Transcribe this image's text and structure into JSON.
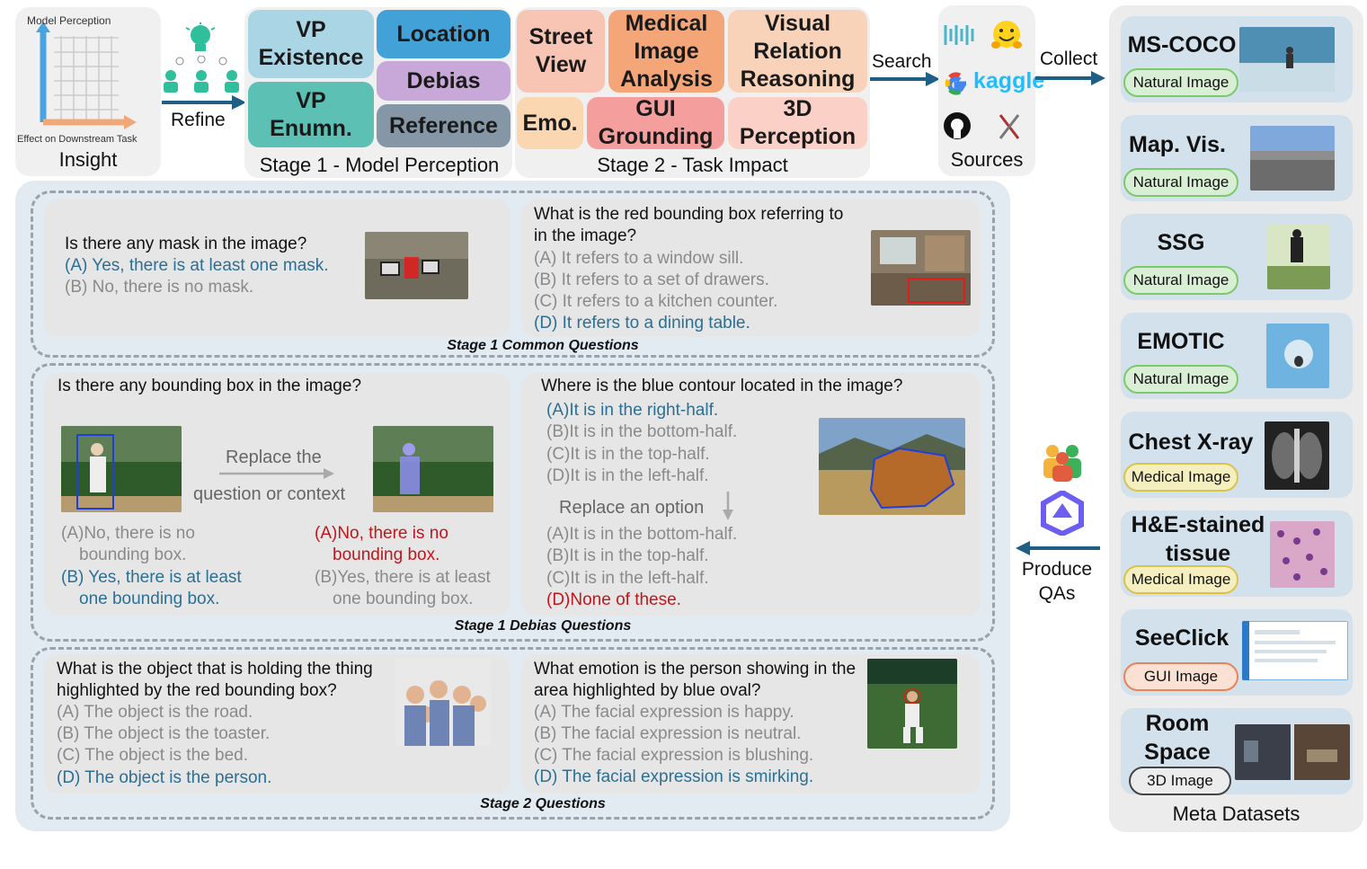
{
  "insight": {
    "y_label": "Model Perception",
    "x_label": "Effect on Downstream Task",
    "caption": "Insight",
    "refine": "Refine"
  },
  "stage1": {
    "caption": "Stage 1 - Model Perception",
    "tiles": [
      "VP Existence",
      "Location",
      "Debias",
      "Reference",
      "VP Enumn."
    ]
  },
  "stage2": {
    "caption": "Stage 2 - Task Impact",
    "tiles": [
      "Street View",
      "Medical Image Analysis",
      "Visual Relation Reasoning",
      "Emo.",
      "GUI Grounding",
      "3D Perception"
    ]
  },
  "flow": {
    "search": "Search",
    "collect": "Collect",
    "sources": "Sources",
    "produce": "Produce QAs"
  },
  "sources_icons": [
    "database-icon",
    "huggingface-icon",
    "google-icon",
    "kaggle-icon",
    "github-icon",
    "x-icon"
  ],
  "kaggle_text": "kaggle",
  "common": {
    "title": "Stage 1 Common Questions",
    "q1": {
      "question": "Is there any mask in the image?",
      "options": [
        "(A)  Yes, there is at least one mask.",
        "(B)  No, there is no mask."
      ]
    },
    "q2": {
      "question_line1": "What is the red bounding box referring to",
      "question_line2": "in the image?",
      "options": [
        "(A)  It refers to a window sill.",
        "(B)  It refers to a set of drawers.",
        "(C)  It refers to a kitchen counter.",
        "(D)  It refers to a dining table."
      ]
    }
  },
  "debias": {
    "title": "Stage 1 Debias Questions",
    "q1": {
      "question": "Is there any bounding box in the image?",
      "replace_line1": "Replace the",
      "replace_line2": "question or context",
      "left": [
        "(A)No, there is no",
        "bounding box.",
        "(B) Yes, there is at least",
        "one bounding box."
      ],
      "right": [
        "(A)No, there is no",
        "bounding box.",
        "(B)Yes, there is at least",
        "one bounding box."
      ]
    },
    "q2": {
      "question": "Where is the blue contour located in the image?",
      "options": [
        "(A)It is in the right-half.",
        "(B)It is in the bottom-half.",
        "(C)It is in the top-half.",
        "(D)It is in the left-half."
      ],
      "replace": "Replace an option",
      "options2": [
        "(A)It is in the bottom-half.",
        "(B)It is in the top-half.",
        "(C)It is in the left-half.",
        "(D)None of these."
      ]
    }
  },
  "stage2q": {
    "title": "Stage 2  Questions",
    "q1": {
      "question_line1": "What is the object that is holding the thing",
      "question_line2": "highlighted by the red bounding box?",
      "options": [
        "(A)  The object is the road.",
        "(B)  The object is the toaster.",
        "(C)  The object is the bed.",
        "(D)  The object is the person."
      ]
    },
    "q2": {
      "question_line1": "What emotion is the person showing in the",
      "question_line2": "area highlighted by blue oval?",
      "options": [
        "(A)  The facial expression is happy.",
        "(B)  The facial expression is neutral.",
        "(C)  The facial expression is blushing.",
        "(D)  The facial expression is smirking."
      ]
    }
  },
  "datasets": {
    "caption": "Meta Datasets",
    "items": [
      {
        "name": "MS-COCO",
        "badge": "Natural Image"
      },
      {
        "name": "Map. Vis.",
        "badge": "Natural Image"
      },
      {
        "name": "SSG",
        "badge": "Natural Image"
      },
      {
        "name": "EMOTIC",
        "badge": "Natural Image"
      },
      {
        "name": "Chest X-ray",
        "badge": "Medical Image"
      },
      {
        "name": "H&E-stained tissue",
        "badge": "Medical Image"
      },
      {
        "name": "SeeClick",
        "badge": "GUI Image"
      },
      {
        "name": "Room Space",
        "badge": "3D Image"
      }
    ]
  },
  "colors": {
    "arrow": "#1f5f86",
    "answer_blue": "#2b6f94",
    "answer_red": "#c0161c",
    "natural_badge": "#d9efd5",
    "medical_badge": "#f5efbf",
    "gui_badge": "#fbe1d3",
    "threed_badge": "#ececec"
  }
}
